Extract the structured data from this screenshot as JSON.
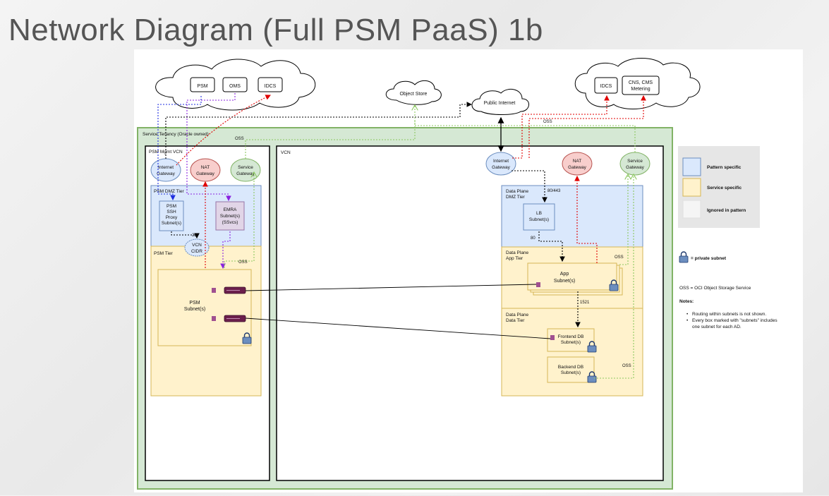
{
  "title": "Network Diagram (Full PSM PaaS) 1b",
  "colors": {
    "tenancy_fill": "#d5e8d4",
    "tenancy_stroke": "#82b366",
    "pattern_fill": "#dae8fc",
    "pattern_stroke": "#6c8ebf",
    "service_fill": "#fff2cc",
    "service_stroke": "#d6b656",
    "ignored_fill": "#f5f5f5",
    "legend_bg": "#e6e6e6",
    "nat_fill": "#f8cecc",
    "nat_stroke": "#b85450",
    "emra_fill": "#e1d5e7",
    "emra_stroke": "#9673a6",
    "red": "#e00000",
    "blue": "#1f2fe0",
    "purple": "#8a22e0",
    "green": "#8cc860",
    "black": "#000000"
  },
  "clouds": {
    "left": {
      "items": [
        "PSM",
        "OMS",
        "IDCS"
      ]
    },
    "object_store": "Object Store",
    "public_internet": "Public Internet",
    "right": {
      "idcs": "IDCS",
      "cns_line1": "CNS, CMS",
      "cns_line2": "Metering"
    }
  },
  "tenancy": {
    "label": "Service Tenancy (Oracle owned)"
  },
  "psm_vcn": {
    "label": "PSM Mgmt VCN",
    "internet_gateway": [
      "Internet",
      "Gateway"
    ],
    "nat_gateway": [
      "NAT",
      "Gateway"
    ],
    "service_gateway": [
      "Service",
      "Gateway"
    ],
    "dmz_tier": "PSM DMZ Tier",
    "ssh_proxy": [
      "PSM",
      "SSH",
      "Proxy",
      "Subnet(s)"
    ],
    "emra": [
      "EMRA",
      "Subnet(s)",
      "(SSvcs)"
    ],
    "vcn_cidr": [
      "VCN",
      "CIDR"
    ],
    "port_22": "22",
    "psm_tier": "PSM Tier",
    "psm_subnet": [
      "PSM",
      "Subnet(s)"
    ]
  },
  "vcn": {
    "label": "VCN",
    "internet_gateway": [
      "Internet",
      "Gateway"
    ],
    "nat_gateway": [
      "NAT",
      "Gateway"
    ],
    "service_gateway": [
      "Service",
      "Gateway"
    ],
    "dmz_tier": [
      "Data Plane",
      "DMZ Tier"
    ],
    "port_80_443": "80/443",
    "lb": [
      "LB",
      "Subnet(s)"
    ],
    "port_80": "80",
    "app_tier": [
      "Data Plane",
      "App Tier"
    ],
    "app": [
      "App",
      "Subnet(s)"
    ],
    "port_1521": "1521",
    "data_tier": [
      "Data Plane",
      "Data Tier"
    ],
    "frontend_db": [
      "Frontend DB",
      "Subnet(s)"
    ],
    "backend_db": [
      "Backend DB",
      "Subnet(s)"
    ]
  },
  "oss_labels": {
    "top": "OSS",
    "tenancy": "OSS",
    "psm": "OSS",
    "app": "OSS",
    "backend": "OSS"
  },
  "legend": {
    "pattern": "Pattern specific",
    "service": "Service specific",
    "ignored": "Ignored in pattern"
  },
  "private_subnet": "= private subnet",
  "oss_definition": "OSS = OCI Object Storage Service",
  "notes_title": "Notes:",
  "notes": [
    "Routing within subnets is not shown.",
    "Every box marked with \"subnets\" includes",
    "one subnet for each AD."
  ]
}
